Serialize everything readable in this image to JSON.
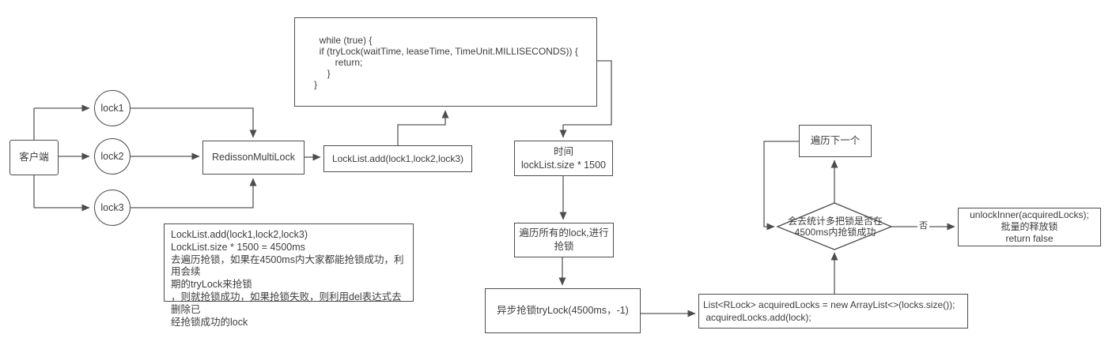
{
  "diagram": {
    "title_semantic": "Redisson MultiLock locking flow",
    "colors": {
      "background": "#ffffff",
      "node_border": "#4d4d4d",
      "connector": "#595959",
      "text": "#3d3d3d"
    },
    "nodes": {
      "client": {
        "label": "客户端"
      },
      "lock1": {
        "label": "lock1"
      },
      "lock2": {
        "label": "lock2"
      },
      "lock3": {
        "label": "lock3"
      },
      "multilock": {
        "label": "RedissonMultiLock"
      },
      "locklist_add": {
        "label": "LockList.add(lock1,lock2,lock3)"
      },
      "code_snippet": {
        "text": "  while (true) {\n  if (tryLock(waitTime, leaseTime, TimeUnit.MILLISECONDS)) {\n        return;\n     }\n}"
      },
      "note": {
        "text": "LockList.add(lock1,lock2,lock3)\nLockList.size * 1500 = 4500ms\n去遍历抢锁，如果在4500ms内大家都能抢锁成功，利用会续\n期的tryLock来抢锁\n，则就抢锁成功，如果抢锁失败，则利用del表达式去删除已\n经抢锁成功的lock"
      },
      "time": {
        "label": "时间\nlockList.size * 1500"
      },
      "traverse_locks": {
        "label": "遍历所有的lock,进行\n抢锁"
      },
      "async_trylock": {
        "label": "异步抢锁tryLock(4500ms，-1)"
      },
      "acquired_locks": {
        "text": "List<RLock> acquiredLocks = new ArrayList<>(locks.size());\n acquiredLocks.add(lock);"
      },
      "decision": {
        "label": "会去统计多把锁是否在\n4500ms内抢锁成功"
      },
      "next_iteration": {
        "label": "遍历下一个"
      },
      "unlock_inner": {
        "text": "unlockInner(acquiredLocks);\n批量的释放锁\nreturn false"
      }
    },
    "edge_labels": {
      "no": "否"
    }
  }
}
